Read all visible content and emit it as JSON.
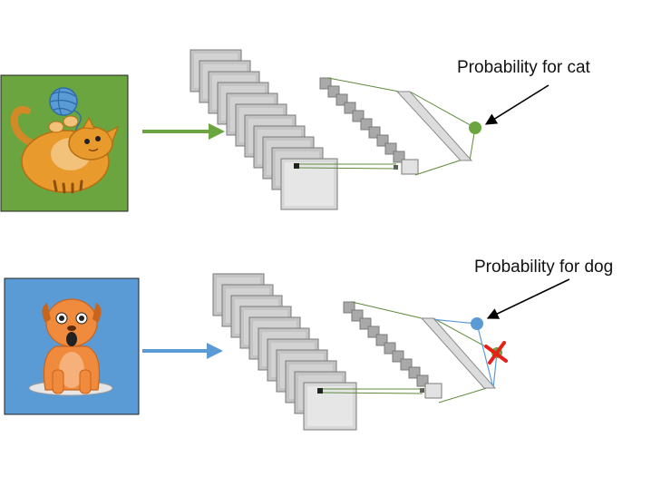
{
  "diagram": {
    "rows": [
      {
        "id": "cat",
        "label": "Probability for cat",
        "background_color": "#6aa53f",
        "arrow_color": "#6aa53f",
        "node_color": "#6aa53f",
        "icon": "cat-image-icon",
        "rejected": false
      },
      {
        "id": "dog",
        "label": "Probability for dog",
        "background_color": "#5b9bd5",
        "arrow_color": "#5b9bd5",
        "node_color": "#5b9bd5",
        "icon": "dog-image-icon",
        "rejected": true,
        "reject_mark_color": "#e8201a"
      }
    ],
    "colors": {
      "layer_fill": "#c4c4c4",
      "layer_stroke": "#7a7a7a",
      "connection_line": "#5e8a3b"
    }
  }
}
